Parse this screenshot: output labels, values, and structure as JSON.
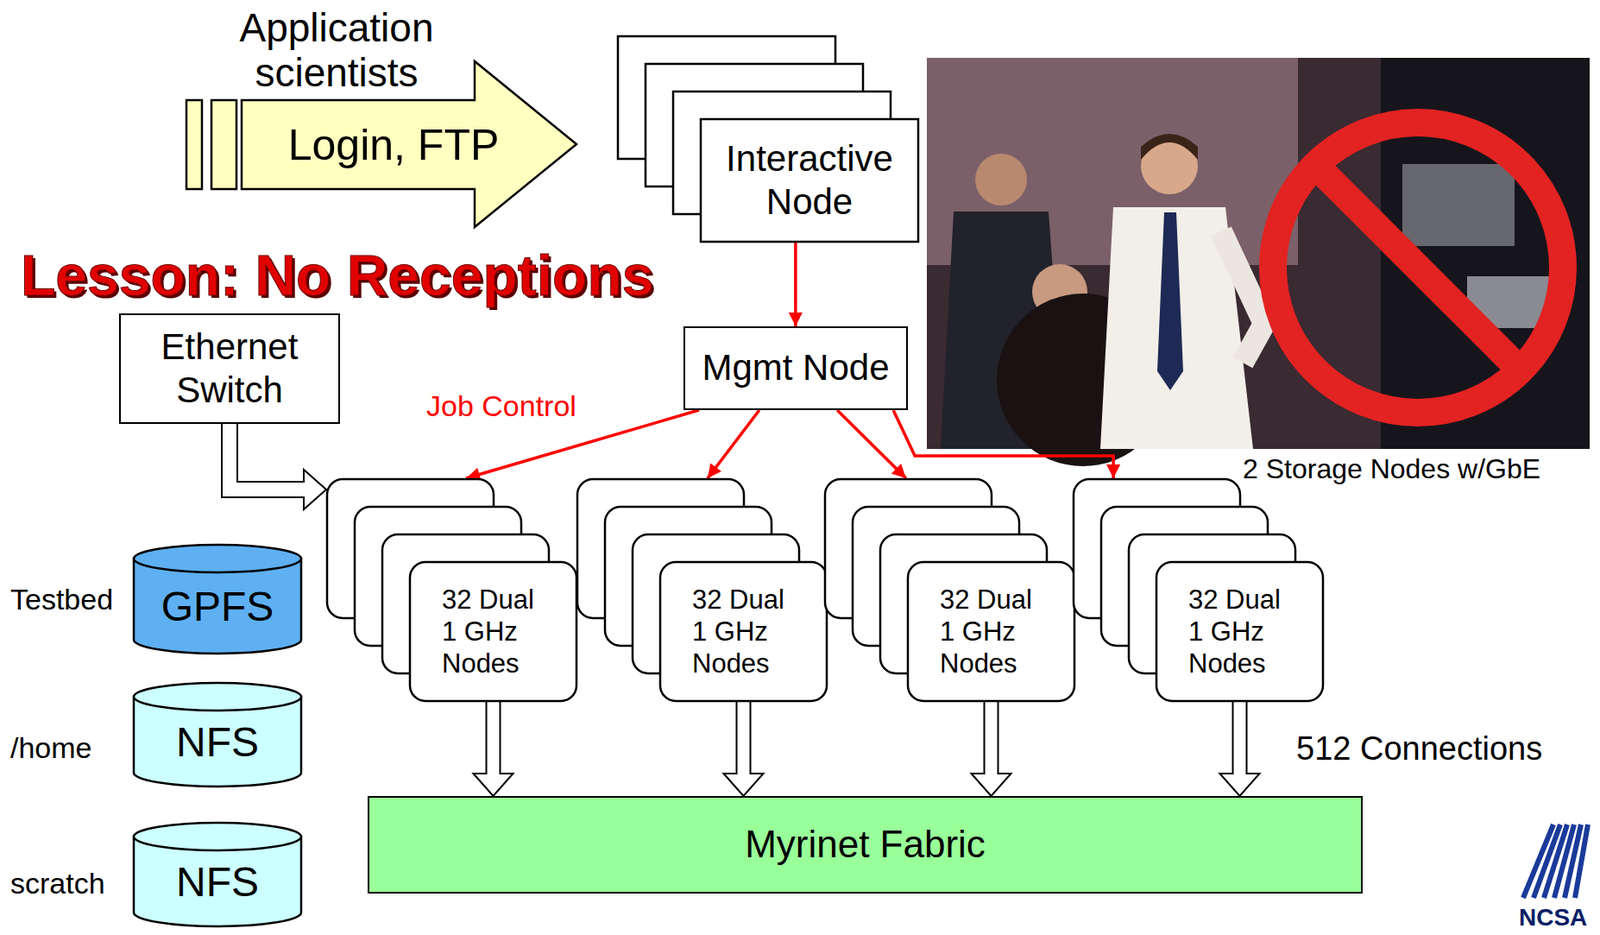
{
  "diagram": {
    "nodes": [
      {
        "text": [
          "Login, FTP"
        ]
      },
      {
        "text": [
          "Interactive Node"
        ]
      },
      {
        "text": [
          "Ethernet Switch"
        ]
      },
      {
        "text": [
          "Mgmt Node"
        ]
      },
      {
        "text": [
          "32 Dual 1 GHz Nodes"
        ]
      },
      {
        "text": [
          "32 Dual 1 GHz Nodes"
        ]
      },
      {
        "text": [
          "32 Dual 1 GHz Nodes"
        ]
      },
      {
        "text": [
          "32 Dual 1 GHz Nodes"
        ]
      },
      {
        "text": [
          "GPFS"
        ]
      },
      {
        "text": [
          "NFS"
        ]
      },
      {
        "text": [
          "NFS"
        ]
      },
      {
        "text": [
          "Myrinet Fabric"
        ]
      }
    ],
    "edges": [
      {
        "from": 1,
        "to": 3,
        "arrow": "to"
      },
      {
        "from": 2,
        "to": 4,
        "arrow": "to"
      },
      {
        "from": 3,
        "to": 4,
        "arrow": "to"
      },
      {
        "from": 3,
        "to": 5,
        "arrow": "to"
      },
      {
        "from": 3,
        "to": 6,
        "arrow": "to"
      },
      {
        "from": 3,
        "to": 7,
        "arrow": "to"
      },
      {
        "from": 4,
        "to": 11,
        "arrow": "to"
      },
      {
        "from": 5,
        "to": 11,
        "arrow": "to"
      },
      {
        "from": 6,
        "to": 11,
        "arrow": "to"
      },
      {
        "from": 7,
        "to": 11,
        "arrow": "to"
      }
    ],
    "labels": [
      "Application scientists",
      "Job Control",
      "2 Storage Nodes w/GbE",
      "Testbed",
      "/home",
      "scratch",
      "512 Connections",
      "Lesson: No Receptions",
      "NCSA"
    ]
  }
}
